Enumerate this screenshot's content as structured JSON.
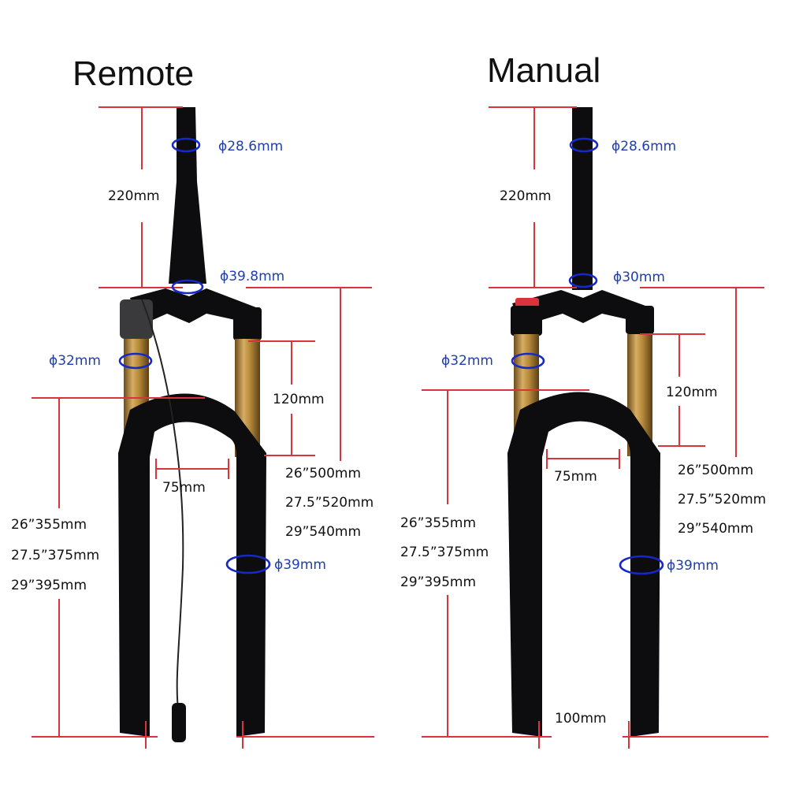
{
  "colors": {
    "dimension_line": "#d9333b",
    "diameter_ring": "#1628c8",
    "diameter_text": "#1f3fae",
    "stanchion": "#b88a3a",
    "fork_body": "#0d0d0f"
  },
  "remote": {
    "title": "Remote",
    "steerer_top_dia": "ϕ28.6mm",
    "steerer_length": "220mm",
    "steerer_base_dia": "ϕ39.8mm",
    "stanchion_dia": "ϕ32mm",
    "travel": "120mm",
    "dropout_spacing": "75mm",
    "axle_to_crown": [
      "26”500mm",
      "27.5”520mm",
      "29”540mm"
    ],
    "lower_length": [
      "26”355mm",
      "27.5”375mm",
      "29”395mm"
    ],
    "lower_dia": "ϕ39mm"
  },
  "manual": {
    "title": "Manual",
    "steerer_top_dia": "ϕ28.6mm",
    "steerer_length": "220mm",
    "steerer_base_dia": "ϕ30mm",
    "stanchion_dia": "ϕ32mm",
    "travel": "120mm",
    "dropout_spacing": "75mm",
    "axle_to_crown": [
      "26”500mm",
      "27.5”520mm",
      "29”540mm"
    ],
    "lower_length": [
      "26”355mm",
      "27.5”375mm",
      "29”395mm"
    ],
    "lower_dia": "ϕ39mm",
    "hub_spacing": "100mm"
  }
}
